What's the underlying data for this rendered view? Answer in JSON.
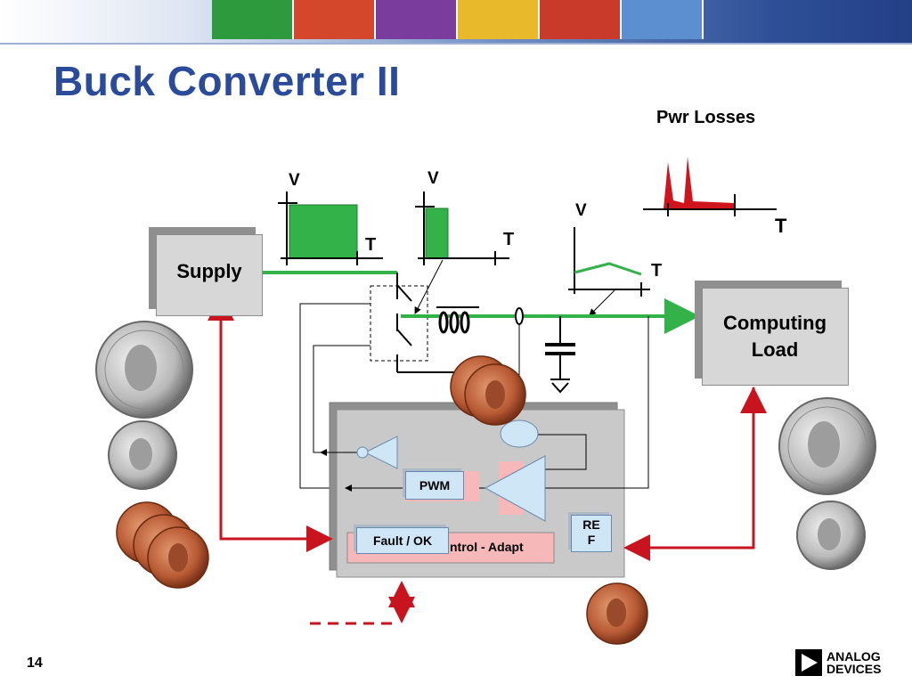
{
  "slide": {
    "title": "Buck Converter II",
    "page_number": "14"
  },
  "banner": {
    "tiles": [
      {
        "color": "#2e9a3e"
      },
      {
        "color": "#d4472a"
      },
      {
        "color": "#7a3d9e"
      },
      {
        "color": "#e8b92a"
      },
      {
        "color": "#c93a2a"
      },
      {
        "color": "#5b8fd0"
      }
    ]
  },
  "diagram": {
    "supply_label": "Supply",
    "load_label_line1": "Computing",
    "load_label_line2": "Load",
    "waveform_v1": "V",
    "waveform_t1": "T",
    "waveform_v2": "V",
    "waveform_t2": "T",
    "waveform_v3": "V",
    "waveform_t3": "T",
    "losses_title": "Pwr Losses",
    "losses_t": "T",
    "pwm_label": "PWM",
    "fault_label": "Fault / OK",
    "control_label": "ntrol - Adapt",
    "ref_line1": "RE",
    "ref_line2": "F"
  },
  "colors": {
    "title": "#2a4a9a",
    "power_path": "#33b24a",
    "feedback": "#c8141e",
    "block_fill": "#d7d7d7",
    "amp_fill": "#cfe6f7",
    "loss_fill": "#d0141e",
    "pink": "#f6b8b8"
  },
  "logo": {
    "line1": "ANALOG",
    "line2": "DEVICES"
  }
}
